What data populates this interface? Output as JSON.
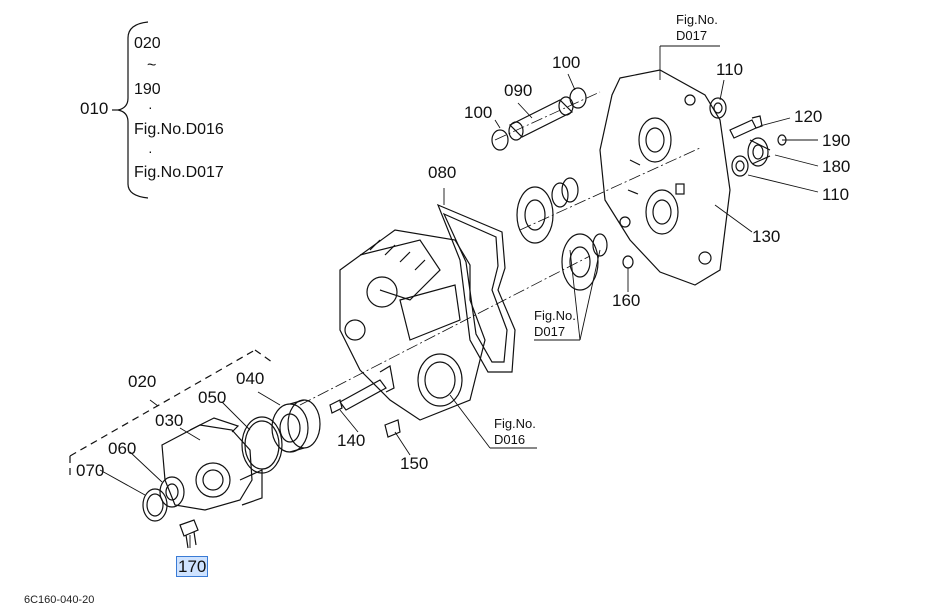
{
  "group_010": {
    "label": "010",
    "items": [
      "020",
      "~",
      "190",
      "·",
      "Fig.No.D016",
      "·",
      "Fig.No.D017"
    ]
  },
  "callouts": {
    "c020": "020",
    "c030": "030",
    "c040": "040",
    "c050": "050",
    "c060": "060",
    "c070": "070",
    "c080": "080",
    "c090": "090",
    "c100a": "100",
    "c100b": "100",
    "c110a": "110",
    "c110b": "110",
    "c120": "120",
    "c130": "130",
    "c140": "140",
    "c150": "150",
    "c160": "160",
    "c170": "170",
    "c180": "180",
    "c190": "190"
  },
  "fig_refs": {
    "top": {
      "line1": "Fig.No.",
      "line2": "D017"
    },
    "mid": {
      "line1": "Fig.No.",
      "line2": "D017"
    },
    "bottom": {
      "line1": "Fig.No.",
      "line2": "D016"
    }
  },
  "selected_callout": "170",
  "drawing_code": "6C160-040-20"
}
